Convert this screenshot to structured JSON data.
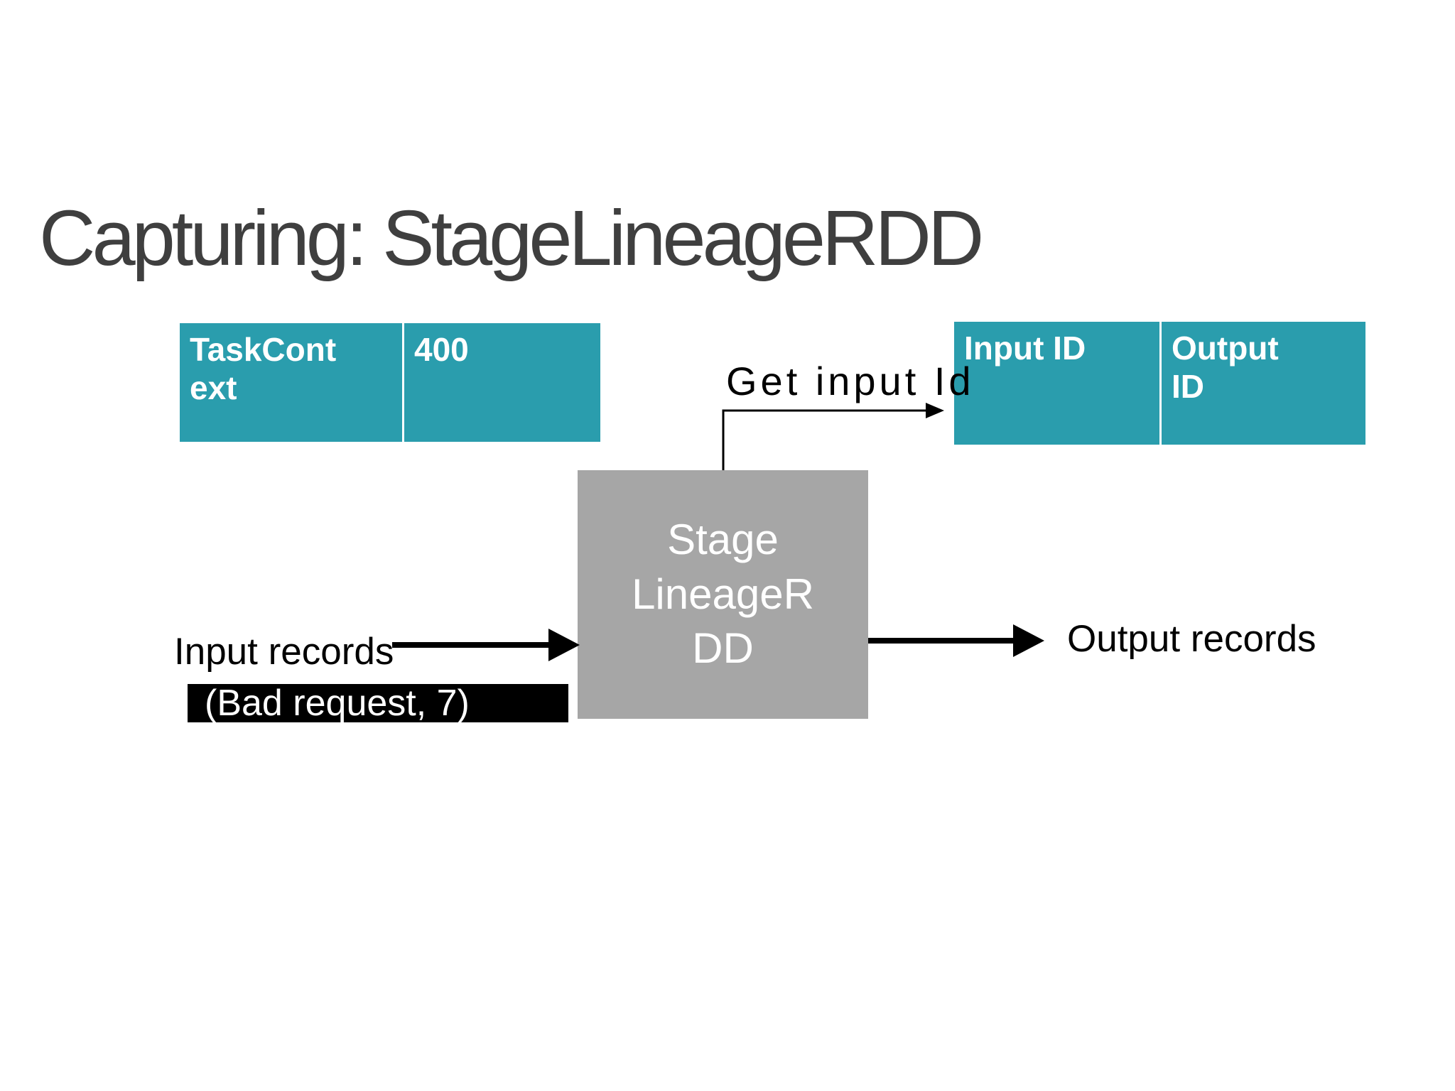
{
  "slide": {
    "title": "Capturing: StageLineageRDD",
    "background": "#ffffff",
    "colors": {
      "title_text": "#3f3f3f",
      "table_fill": "#2a9dad",
      "table_text": "#ffffff",
      "stage_box_fill": "#a6a6a6",
      "stage_box_text": "#ffffff",
      "annotation_text": "#000000",
      "bad_request_fill": "#000000",
      "bad_request_text": "#ffffff",
      "arrow": "#000000"
    }
  },
  "task_table": {
    "cells": [
      {
        "text": "TaskContext",
        "lines": [
          "TaskCont",
          "ext"
        ]
      },
      {
        "text": "400",
        "lines": [
          "400"
        ]
      }
    ]
  },
  "id_table": {
    "cells": [
      {
        "text": "Input ID",
        "lines": [
          "Input ID"
        ]
      },
      {
        "text": "Output ID",
        "lines": [
          "Output",
          "ID"
        ]
      }
    ]
  },
  "stage_box": {
    "text": "StageLineageRDD",
    "lines": [
      "Stage",
      "LineageR",
      "DD"
    ]
  },
  "labels": {
    "get_input_id": "Get input Id",
    "input_records": "Input records",
    "bad_request": "(Bad request, 7)",
    "output_records": "Output records"
  }
}
